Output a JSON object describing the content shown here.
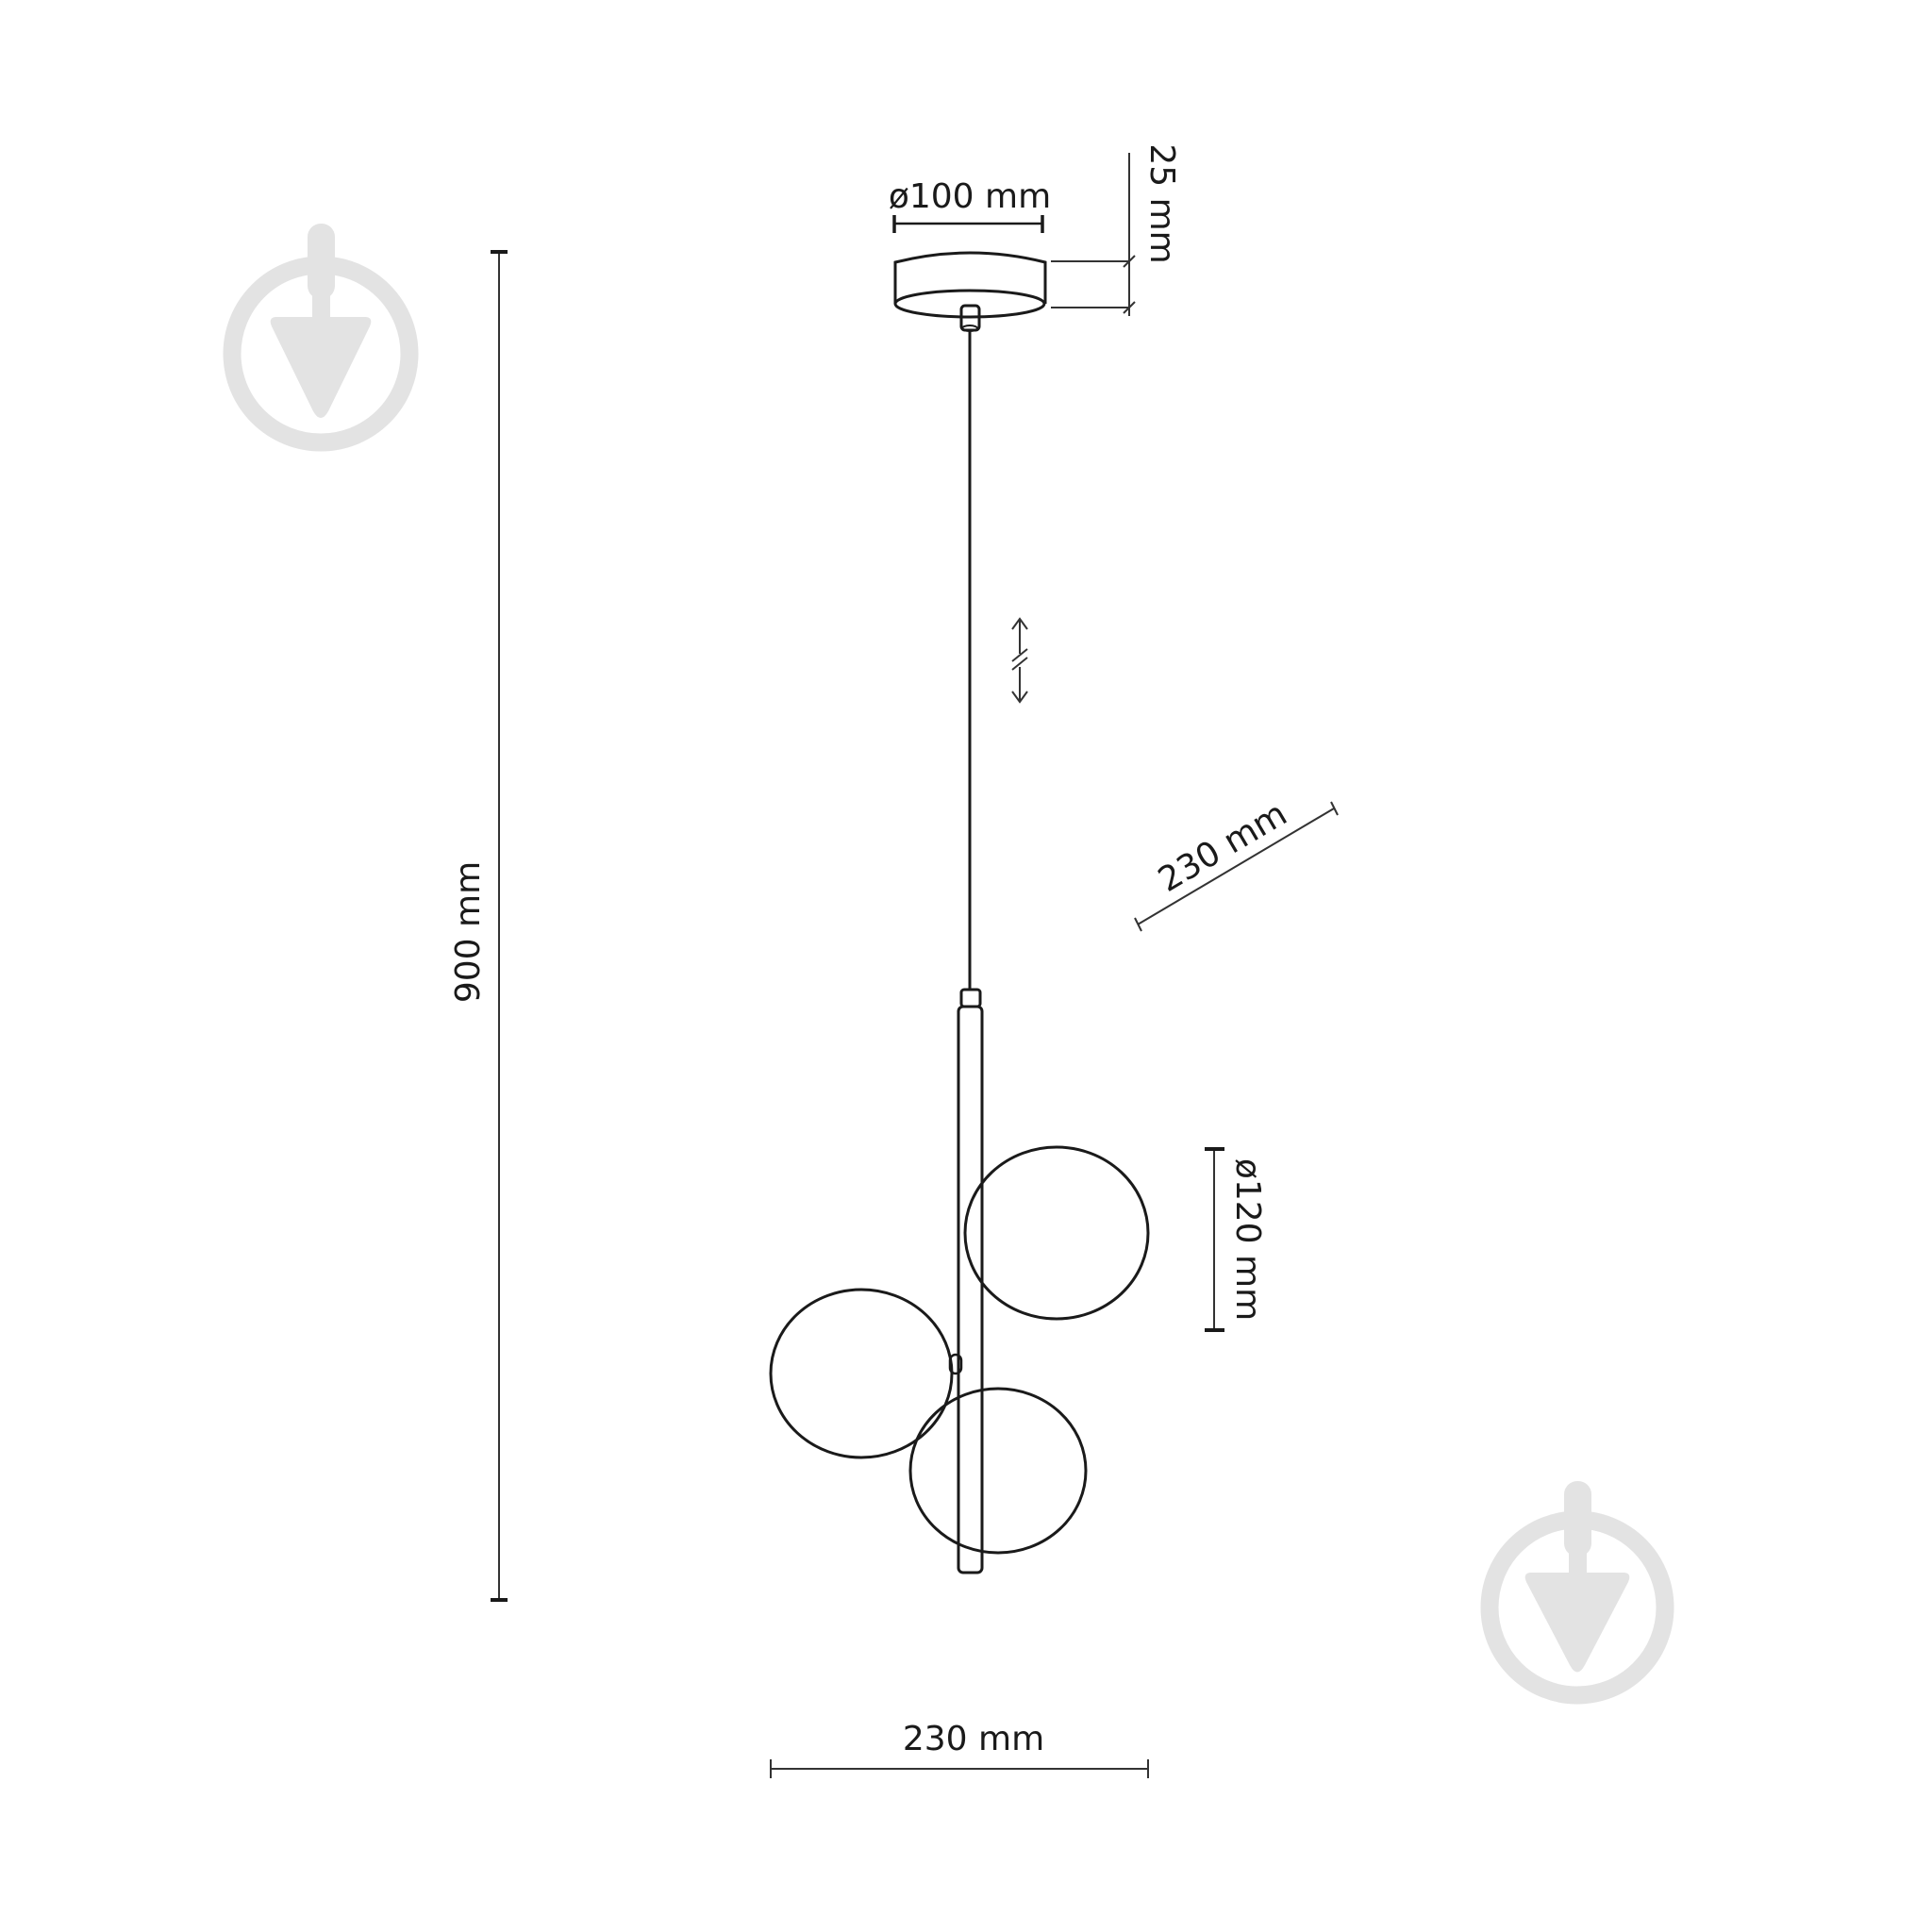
{
  "drawing": {
    "subject": "pendant lamp with three glass globes",
    "colors": {
      "line": "#1a1a1a",
      "watermark": "#e3e3e3",
      "background": "#ffffff"
    }
  },
  "dimensions": {
    "canopy_diameter": "ø100 mm",
    "canopy_height": "25 mm",
    "total_height": "900 mm",
    "depth": "230 mm",
    "globe_diameter": "ø120 mm",
    "width": "230 mm"
  },
  "icons": {
    "watermark_left": "trowel-logo-icon",
    "watermark_right": "trowel-logo-icon",
    "adjustable_cable": "adjustable-length-arrow-icon"
  }
}
